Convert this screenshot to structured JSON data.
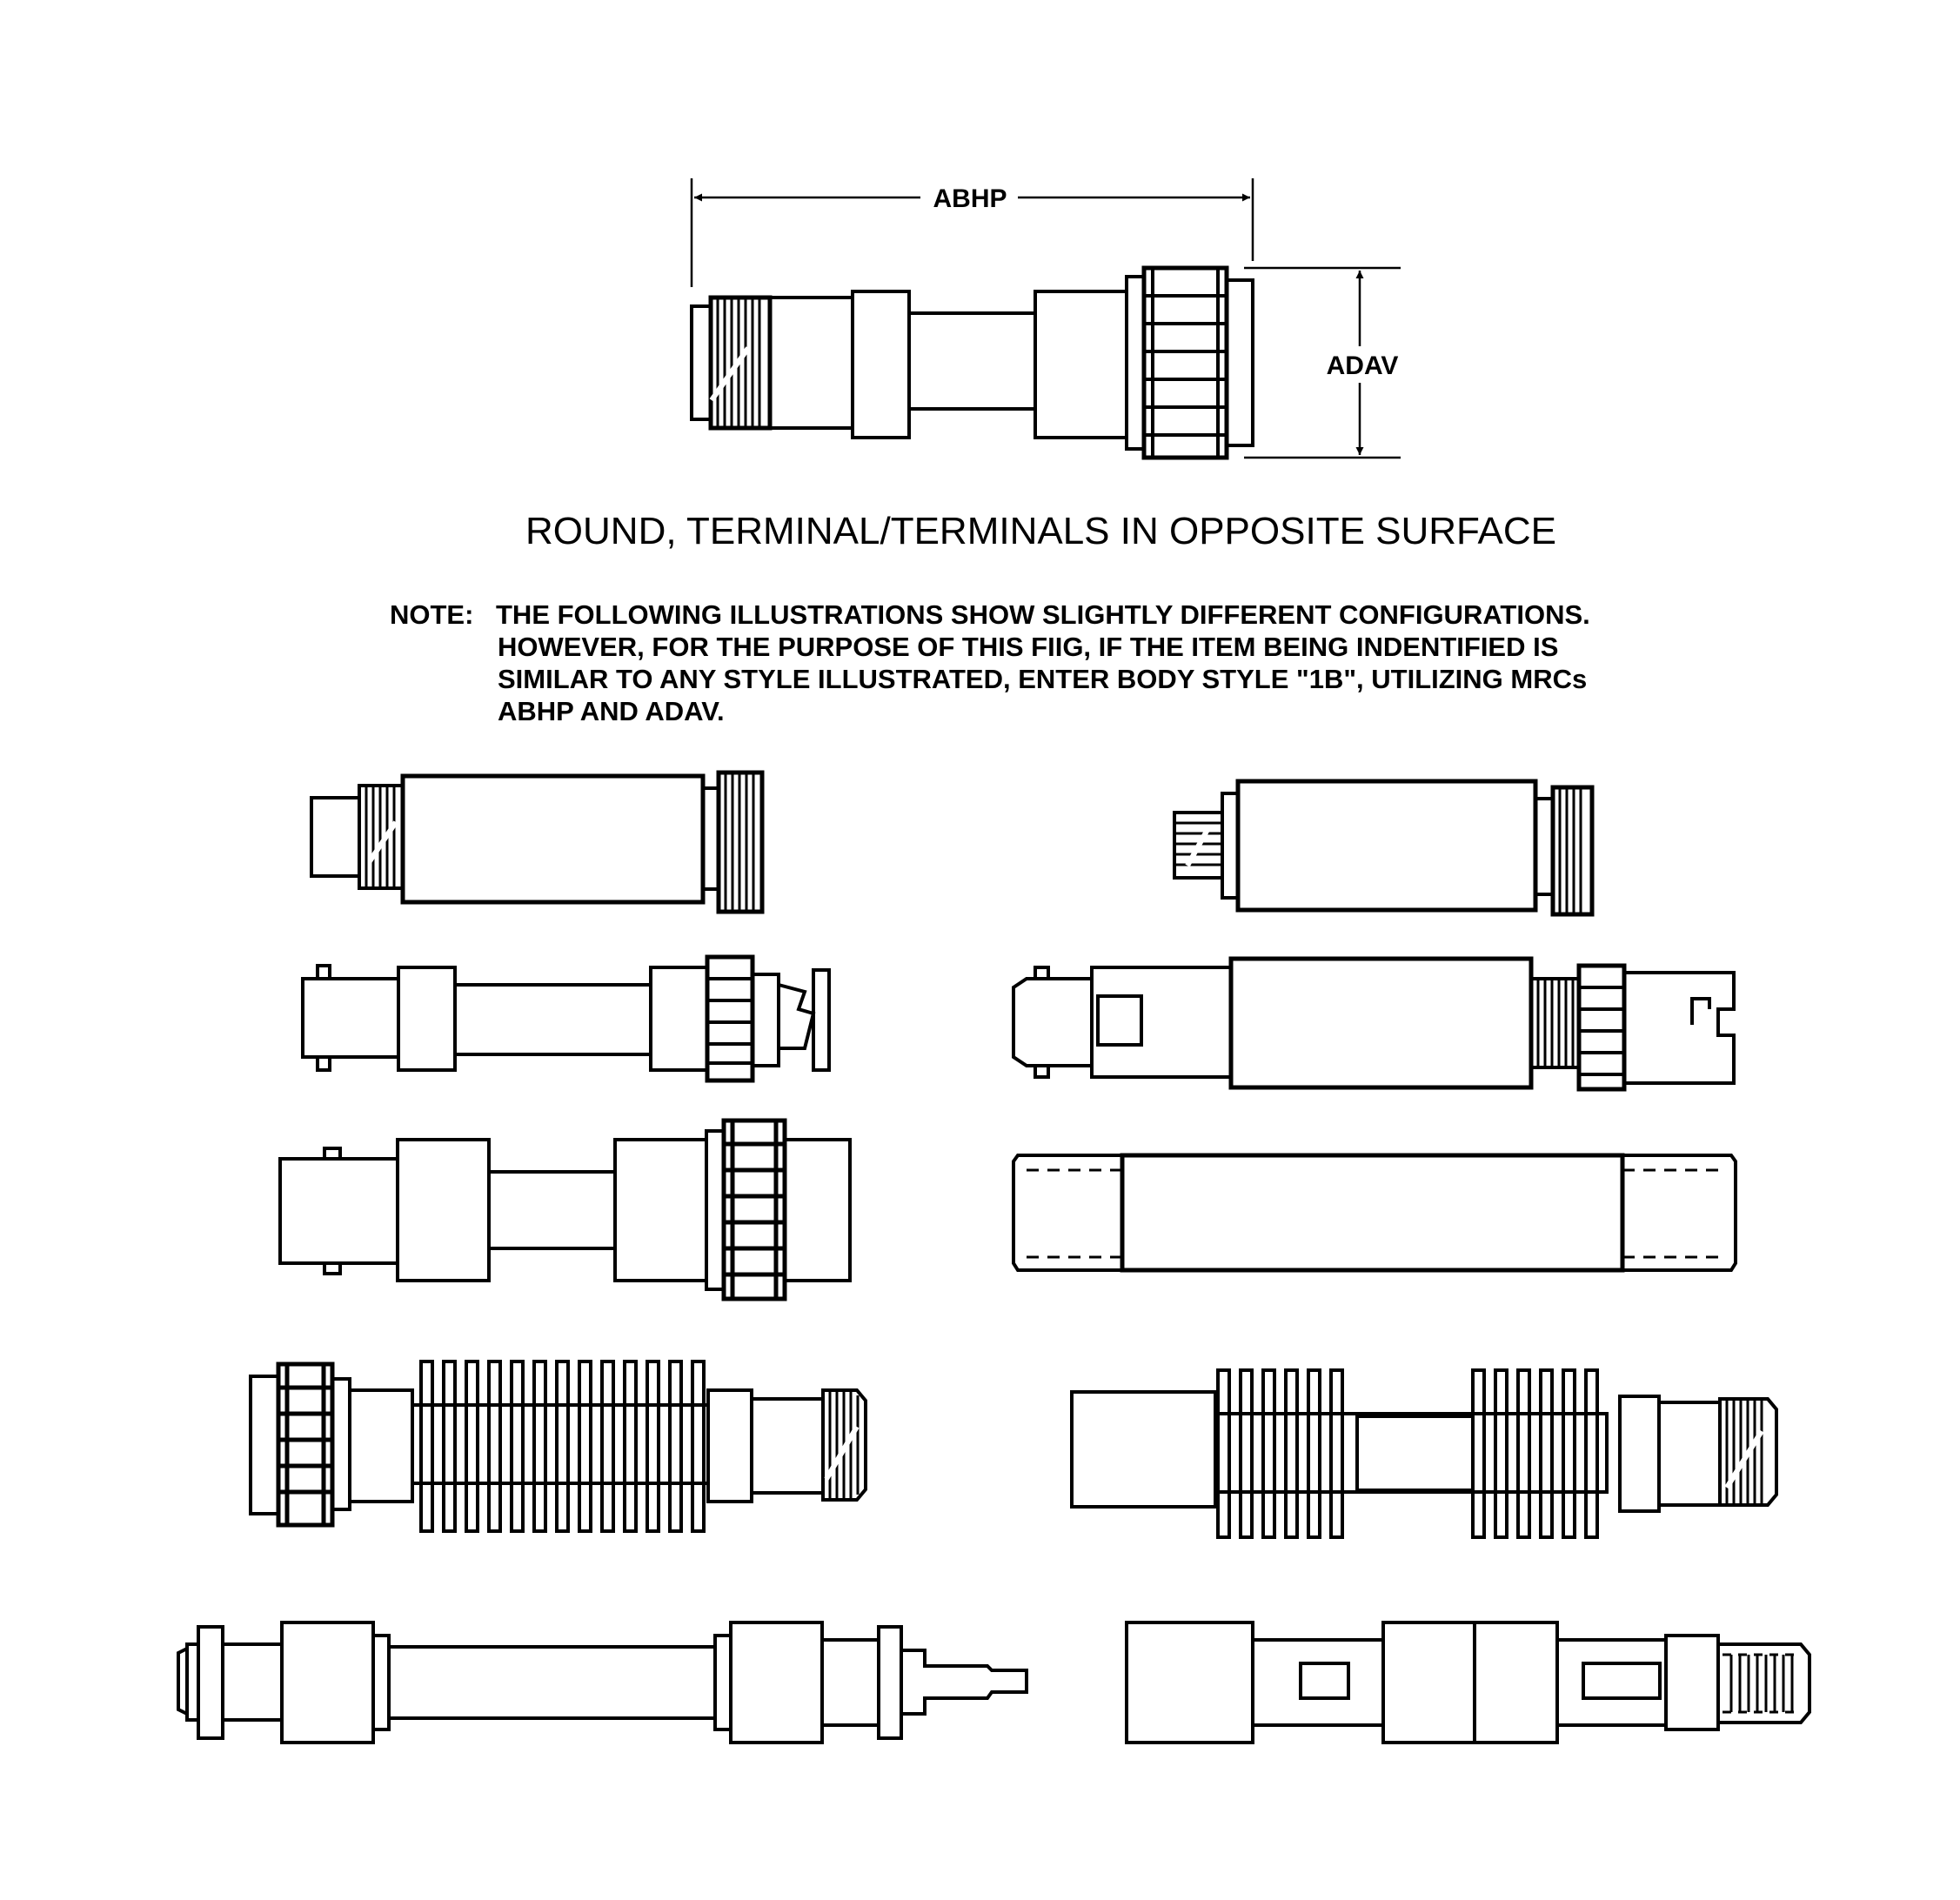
{
  "dimensions": {
    "length_label": "ABHP",
    "diameter_label": "ADAV"
  },
  "title": "ROUND, TERMINAL/TERMINALS IN OPPOSITE SURFACE",
  "note": {
    "label": "NOTE:",
    "lines": [
      "THE FOLLOWING ILLUSTRATIONS SHOW SLIGHTLY DIFFERENT CONFIGURATIONS.",
      "HOWEVER, FOR THE PURPOSE OF THIS FIIG, IF THE ITEM BEING INDENTIFIED IS",
      "SIMILAR TO ANY STYLE ILLUSTRATED, ENTER BODY STYLE \"1B\", UTILIZING MRCs",
      "ABHP AND ADAV."
    ]
  },
  "colors": {
    "ink": "#000000",
    "paper": "#ffffff"
  }
}
